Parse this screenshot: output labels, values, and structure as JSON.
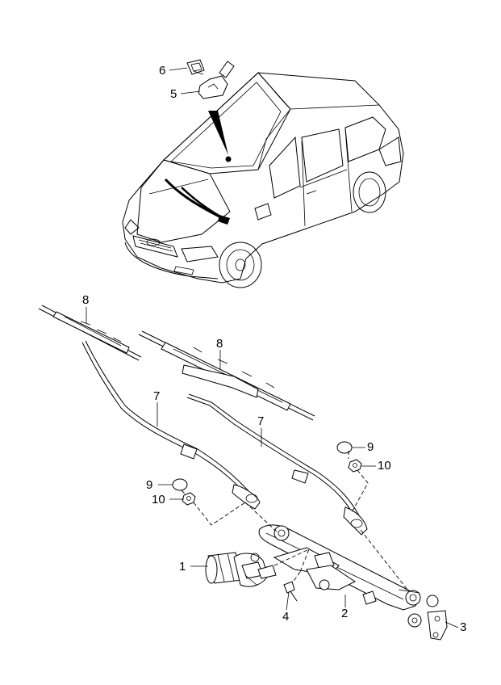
{
  "callouts": {
    "c1": "1",
    "c2": "2",
    "c3": "3",
    "c4": "4",
    "c5": "5",
    "c6": "6",
    "c7a": "7",
    "c7b": "7",
    "c8a": "8",
    "c8b": "8",
    "c9a": "9",
    "c9b": "9",
    "c10a": "10",
    "c10b": "10"
  }
}
